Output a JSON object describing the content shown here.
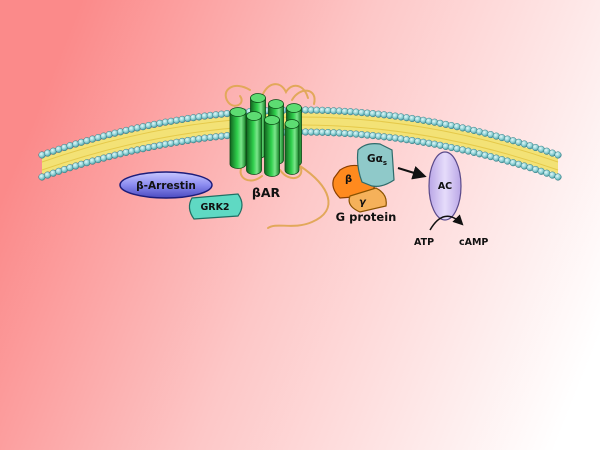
{
  "labels": {
    "arrestin": "β-Arrestin",
    "grk2": "GRK2",
    "receptor": "βAR",
    "galpha_main": "Gα",
    "galpha_sub": "s",
    "gbeta": "β",
    "ggamma": "γ",
    "gprotein": "G protein",
    "ac": "AC",
    "atp": "ATP",
    "camp": "cAMP"
  },
  "colors": {
    "bg_left": "#fb8a8a",
    "bg_right": "#ffffff",
    "head_outer": "#3f8f96",
    "head_inner": "#b4e4e6",
    "tail": "#f3e276",
    "helix_dark": "#12641f",
    "helix_mid": "#1fbf3c",
    "helix_light": "#7be68b",
    "loop": "#e2a85a",
    "arrestin_fill": "#6a6ad8",
    "arrestin_light": "#c8c8ff",
    "grk2": "#5fd9c3",
    "galpha": "#8fc9c9",
    "gbeta": "#ff8a1e",
    "ggamma": "#f5b15a",
    "ac": "#d2bff2"
  }
}
